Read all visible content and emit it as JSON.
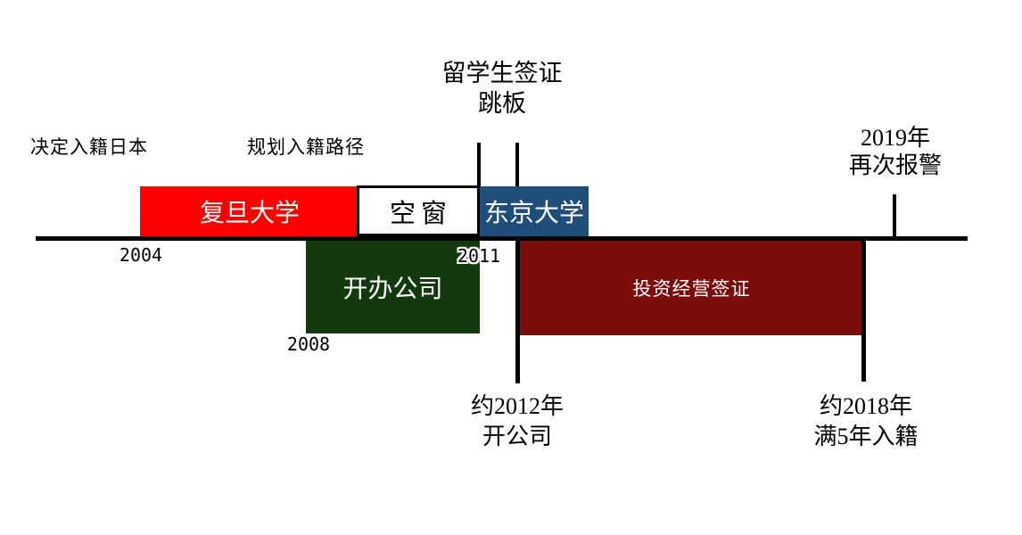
{
  "colors": {
    "bright_red": "#FE0000",
    "dark_green": "#13390E",
    "navy_blue": "#1E4E79",
    "maroon": "#7B0D0D",
    "axis_black": "#000000",
    "gap_white": "#FFFFFF"
  },
  "annotations": {
    "decide": "决定入籍日本",
    "plan": "规划入籍路径",
    "springboard_line1": "留学生签证",
    "springboard_line2": "跳板",
    "report_line1": "2019年",
    "report_line2": "再次报警",
    "company_line1": "约2012年",
    "company_line2": "开公司",
    "naturalize_line1": "约2018年",
    "naturalize_line2": "满5年入籍"
  },
  "timeline": {
    "years": {
      "fudan_start": "2004",
      "company_start": "2008",
      "tokyo_start": "2011"
    },
    "bars_above": [
      {
        "label": "复旦大学",
        "color": "#FE0000"
      },
      {
        "label": "空窗",
        "color": "#FFFFFF"
      },
      {
        "label": "东京大学",
        "color": "#1E4E79"
      }
    ],
    "bars_below": [
      {
        "label": "开办公司",
        "color": "#13390E"
      },
      {
        "label": "投资经营签证",
        "color": "#7B0D0D"
      }
    ]
  }
}
